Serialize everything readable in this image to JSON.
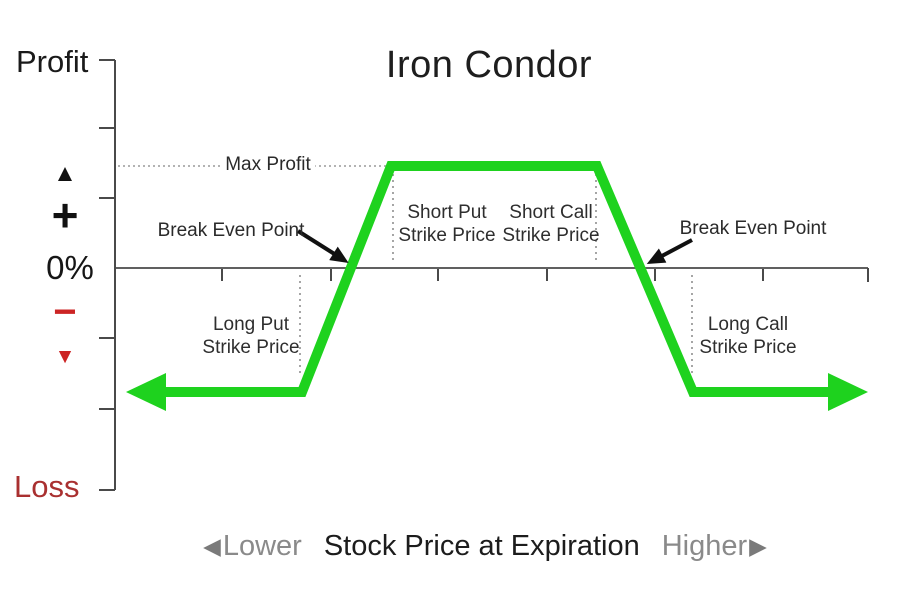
{
  "title": "Iron Condor",
  "y_axis": {
    "top_label": "Profit",
    "bottom_label": "Loss",
    "zero_label": "0%",
    "symbols": {
      "up": "▲",
      "plus": "+",
      "minus": "−",
      "down": "▼"
    }
  },
  "x_axis": {
    "left_arrow": "◀",
    "lower": "Lower",
    "caption": "Stock Price at Expiration",
    "higher": "Higher",
    "right_arrow": "▶"
  },
  "annotations": {
    "max_profit": "Max Profit",
    "break_even_left": "Break Even Point",
    "break_even_right": "Break Even Point",
    "short_put": {
      "line1": "Short Put",
      "line2": "Strike Price"
    },
    "short_call": {
      "line1": "Short Call",
      "line2": "Strike Price"
    },
    "long_put": {
      "line1": "Long Put",
      "line2": "Strike Price"
    },
    "long_call": {
      "line1": "Long Call",
      "line2": "Strike Price"
    }
  },
  "colors": {
    "payoff_green": "#1ed21e",
    "text_black": "#1a1a1a",
    "loss_dark_red": "#a93030",
    "symbol_red": "#cc2424",
    "axis_grey": "#4a4a4a",
    "muted_grey": "#8a8a8a"
  },
  "chart_data": {
    "type": "line",
    "title": "Iron Condor",
    "xlabel": "Stock Price at Expiration",
    "ylabel_top": "Profit",
    "ylabel_bottom": "Loss",
    "y_reference": "0%",
    "grid": false,
    "legend": false,
    "x_direction_labels": [
      "Lower",
      "Higher"
    ],
    "series": [
      {
        "name": "Iron Condor payoff at expiration",
        "x": [
          "far below strikes",
          "Long Put Strike Price",
          "Break Even Point (lower)",
          "Short Put Strike Price",
          "Short Call Strike Price",
          "Break Even Point (upper)",
          "Long Call Strike Price",
          "far above strikes"
        ],
        "y": [
          "Max Loss",
          "Max Loss",
          "0%",
          "Max Profit",
          "Max Profit",
          "0%",
          "Max Loss",
          "Max Loss"
        ]
      }
    ],
    "annotations": [
      "Max Profit",
      "Break Even Point",
      "Break Even Point",
      "Short Put Strike Price",
      "Short Call Strike Price",
      "Long Put Strike Price",
      "Long Call Strike Price"
    ]
  }
}
